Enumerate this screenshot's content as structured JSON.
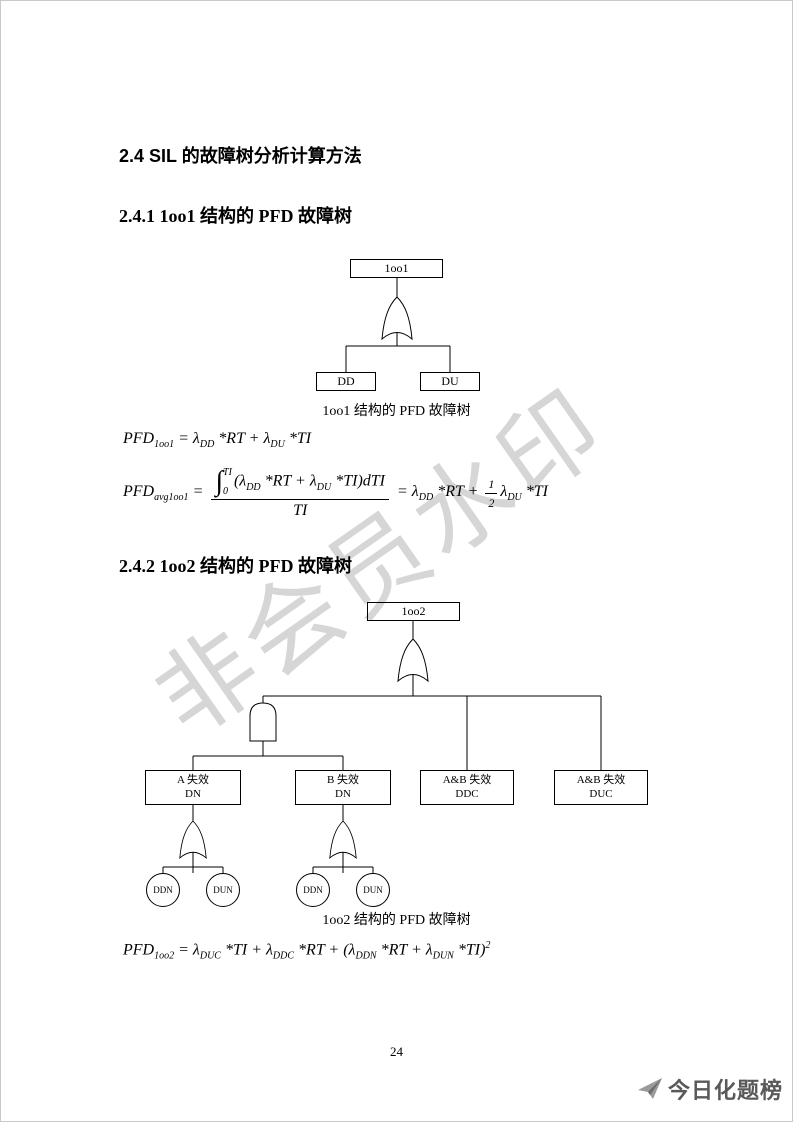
{
  "page": {
    "number": "24",
    "watermark": "非会员水印"
  },
  "headings": {
    "section": "2.4 SIL 的故障树分析计算方法",
    "sub1": "2.4.1 1oo1 结构的 PFD 故障树",
    "sub2": "2.4.2 1oo2 结构的 PFD 故障树"
  },
  "tree1": {
    "top_event": "1oo1",
    "leaf_dd": "DD",
    "leaf_du": "DU",
    "caption": "1oo1 结构的 PFD 故障树"
  },
  "tree2": {
    "top_event": "1oo2",
    "box_a": {
      "line1": "A 失效",
      "line2": "DN"
    },
    "box_b": {
      "line1": "B 失效",
      "line2": "DN"
    },
    "box_ddc": {
      "line1": "A&B 失效",
      "line2": "DDC"
    },
    "box_duc": {
      "line1": "A&B 失效",
      "line2": "DUC"
    },
    "circle_a_ddn": "DDN",
    "circle_a_dun": "DUN",
    "circle_b_ddn": "DDN",
    "circle_b_dun": "DUN",
    "caption": "1oo2 结构的 PFD 故障树"
  },
  "formulas": {
    "f1": {
      "p1": "PFD",
      "s1": "1oo1",
      "p2": " = λ",
      "s2": "DD",
      "p3": " *RT + λ",
      "s3": "DU",
      "p4": " *TI"
    },
    "f2": {
      "p1": "PFD",
      "s1": "avg1oo1",
      "eq": " = ",
      "integral": "∫",
      "int_sup": "TI",
      "int_sub": "0",
      "num2": "(λ",
      "num2s": "DD",
      "num3": " *RT + λ",
      "num3s": "DU",
      "num4": " *TI)dTI",
      "den": "TI",
      "eq2": " = ",
      "r1": "λ",
      "r1s": "DD",
      "r2": " *RT + ",
      "half_num": "1",
      "half_den": "2",
      "r3": "λ",
      "r3s": "DU",
      "r4": " *TI"
    },
    "f3": {
      "p1": "PFD",
      "s1": "1oo2",
      "p2": " = λ",
      "s2": "DUC",
      "p3": " *TI + λ",
      "s3": "DDC",
      "p4": " *RT + (λ",
      "s4": "DDN",
      "p5": " *RT + λ",
      "s5": "DUN",
      "p6": " *TI)",
      "sup2": "2"
    }
  },
  "footer": {
    "brand": "今日化题榜"
  }
}
